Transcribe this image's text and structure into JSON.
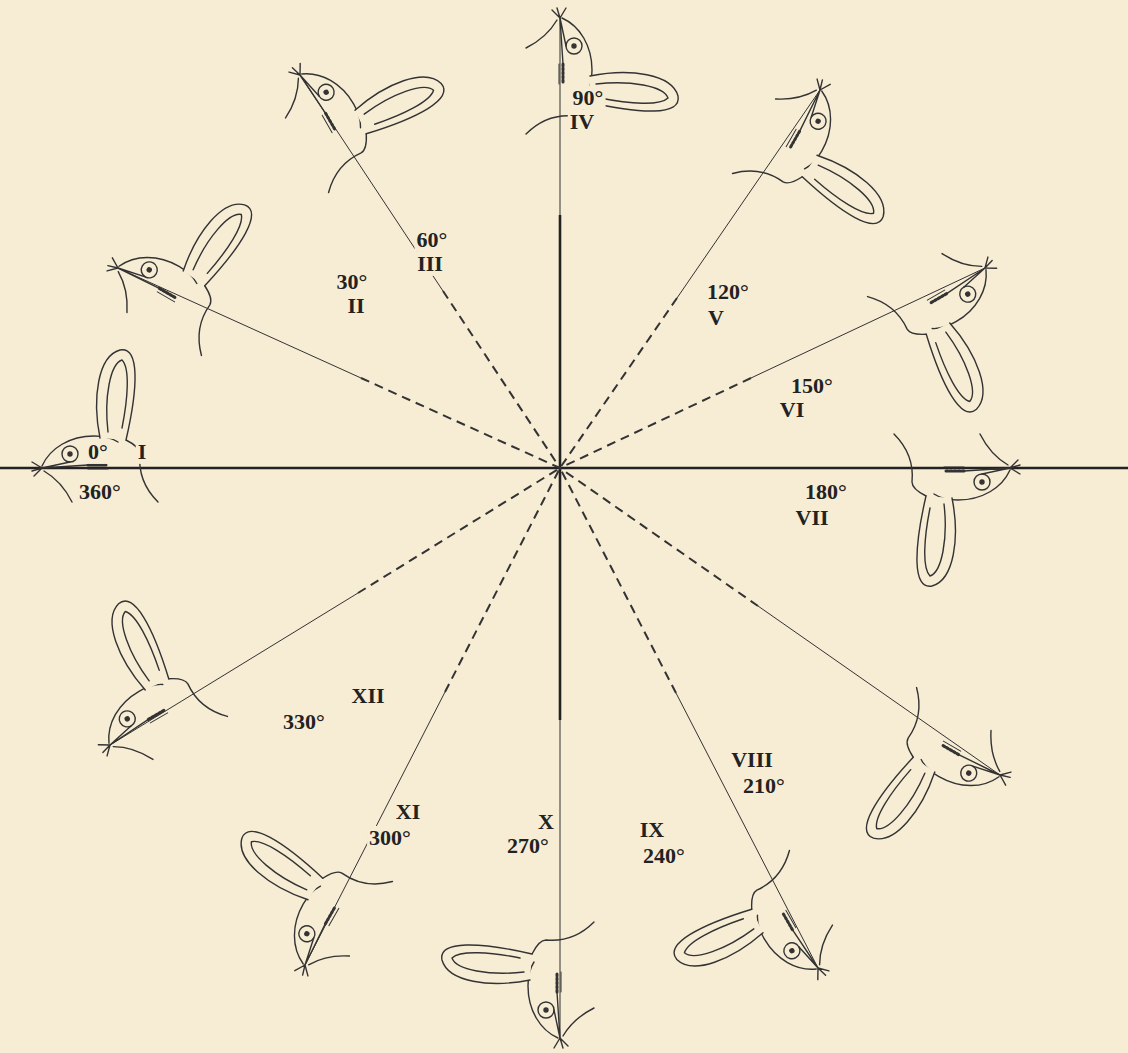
{
  "diagram": {
    "labels": [
      "0°",
      "I",
      "360°",
      "30°",
      "II",
      "60°",
      "III",
      "90°",
      "IV",
      "120°",
      "V",
      "150°",
      "VI",
      "180°",
      "VII",
      "VIII",
      "210°",
      "IX",
      "240°",
      "X",
      "270°",
      "XI",
      "300°",
      "XII",
      "330°"
    ]
  }
}
